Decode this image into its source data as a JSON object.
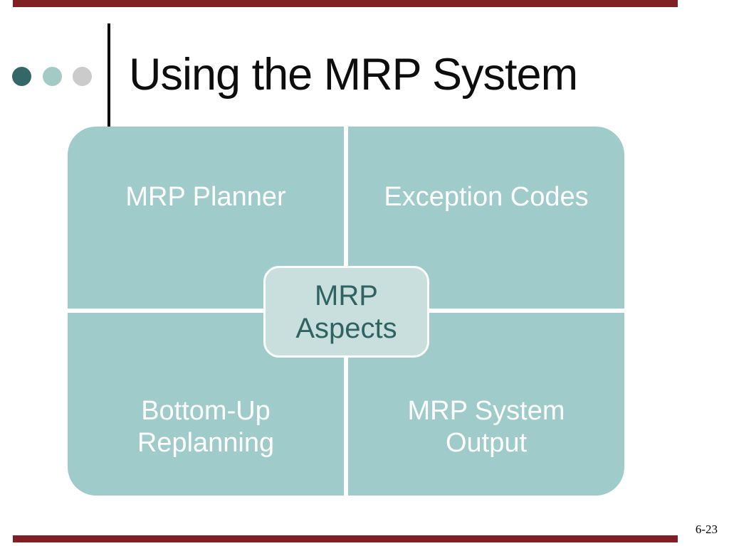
{
  "slide": {
    "title": "Using the MRP System",
    "page_number": "6-23"
  },
  "decorations": {
    "bar_color": "#801f24",
    "dots": [
      {
        "name": "dot-dark-teal",
        "color": "#346767"
      },
      {
        "name": "dot-light-teal",
        "color": "#a4cac5"
      },
      {
        "name": "dot-gray",
        "color": "#cbcbcb"
      }
    ],
    "vertical_rule_color": "#000000"
  },
  "diagram": {
    "fill": "#9fcbca",
    "label_color": "#ffffff",
    "center": {
      "fill": "#c9dfdd",
      "border_color": "#fdfdfd",
      "text_color": "#2e6361",
      "lines": [
        "MRP",
        "Aspects"
      ]
    },
    "quadrants": [
      {
        "position": "top-left",
        "lines": [
          "MRP Planner"
        ]
      },
      {
        "position": "top-right",
        "lines": [
          "Exception Codes"
        ]
      },
      {
        "position": "bottom-left",
        "lines": [
          "Bottom-Up",
          "Replanning"
        ]
      },
      {
        "position": "bottom-right",
        "lines": [
          "MRP System",
          "Output"
        ]
      }
    ]
  }
}
